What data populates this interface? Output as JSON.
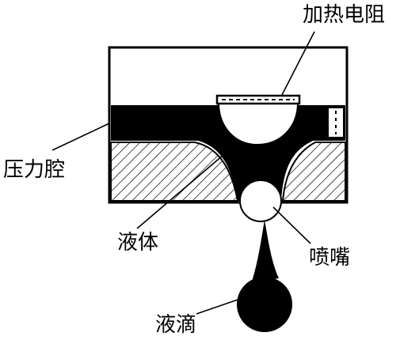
{
  "labels": {
    "heater": "加热电阻",
    "pressure_chamber": "压力腔",
    "liquid": "液体",
    "nozzle": "喷嘴",
    "droplet": "液滴"
  },
  "colors": {
    "ink": "#000000",
    "paper": "#ffffff"
  }
}
